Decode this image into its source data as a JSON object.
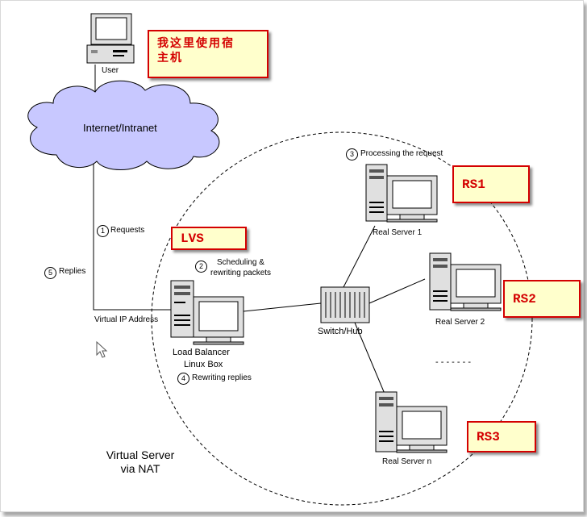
{
  "user_label": "User",
  "cloud_label": "Internet/Intranet",
  "vip_label": "Virtual IP Address",
  "lb_line1": "Load Balancer",
  "lb_line2": "Linux Box",
  "switch_label": "Switch/Hub",
  "rs1_label": "Real Server 1",
  "rs2_label": "Real Server 2",
  "rsn_label": "Real Server n",
  "title_line1": "Virtual Server",
  "title_line2": "via NAT",
  "ellipsis": "- - - - - - -",
  "steps": {
    "s1": {
      "num": "1",
      "text": "Requests"
    },
    "s2": {
      "num": "2",
      "text1": "Scheduling &",
      "text2": "rewriting packets"
    },
    "s3": {
      "num": "3",
      "text": "Processing the request"
    },
    "s4": {
      "num": "4",
      "text": "Rewriting replies"
    },
    "s5": {
      "num": "5",
      "text": "Replies"
    }
  },
  "annotations": {
    "note_line1": "我这里使用宿",
    "note_line2": "主机",
    "lvs": "LVS",
    "rs1": "RS1",
    "rs2": "RS2",
    "rs3": "RS3"
  },
  "colors": {
    "cloud_fill": "#c8c8ff",
    "tag_fill": "#ffffcc",
    "tag_border": "#d40000"
  }
}
